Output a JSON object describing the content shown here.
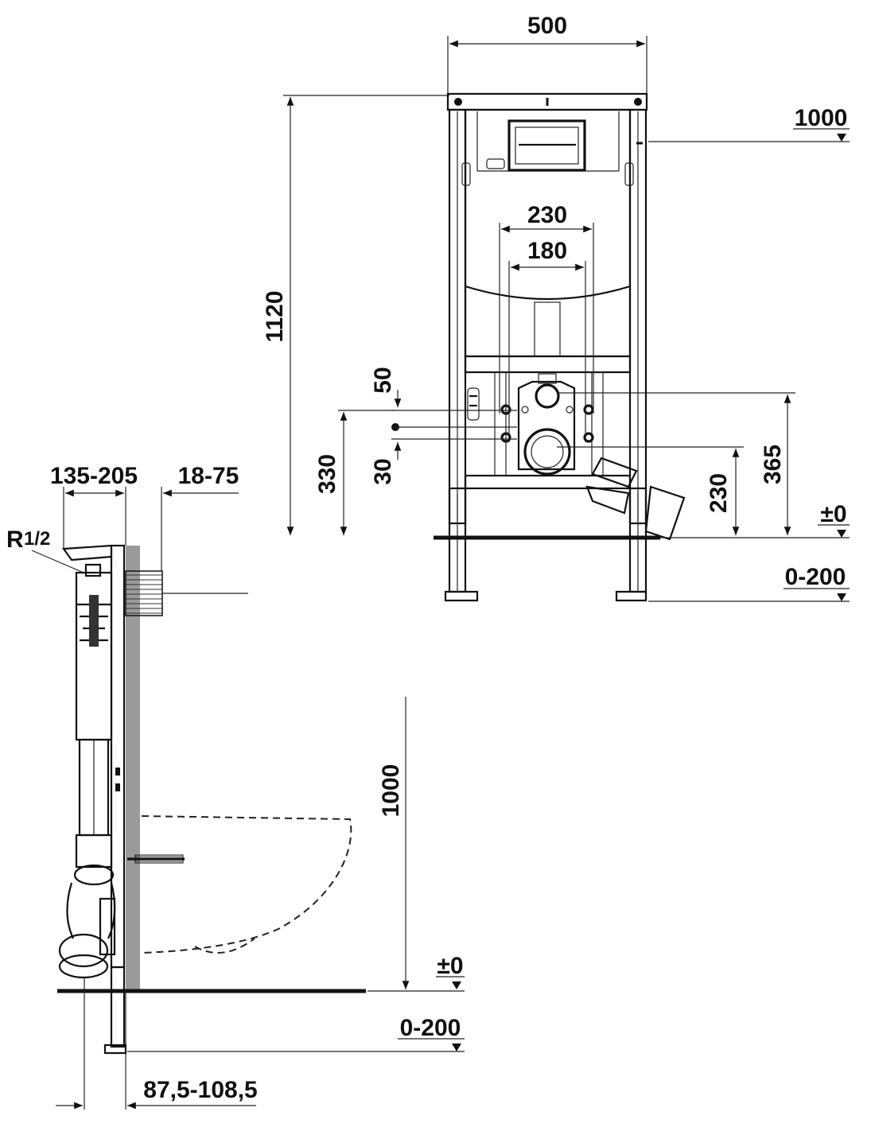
{
  "front_view": {
    "width": "500",
    "height": "1120",
    "height_ref": "1000",
    "spacing_outer": "230",
    "spacing_inner": "180",
    "offset_upper": "50",
    "offset_lower": "30",
    "drain_height": "330",
    "outlet_height": "230",
    "supply_height": "365",
    "zero_level": "±0",
    "leg_range": "0-200"
  },
  "side_view": {
    "depth_range": "135-205",
    "wall_range": "18-75",
    "thread_label": "R",
    "thread_size": "1/2",
    "height_ref": "1000",
    "zero_level": "±0",
    "leg_range": "0-200",
    "bottom_range": "87,5-108,5"
  }
}
